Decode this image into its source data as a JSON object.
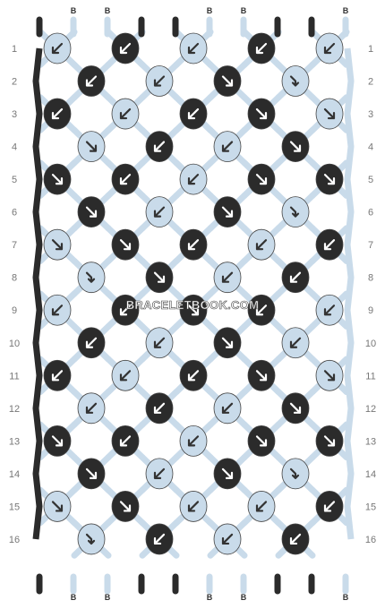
{
  "watermark": "BRACELETBOOK.COM",
  "colors": {
    "A": "#2b2b2b",
    "B": "#c9dbea",
    "outline": "#444444",
    "arrow_on_dark": "#ffffff",
    "arrow_on_light": "#333333"
  },
  "top_labels": [
    "A",
    "B",
    "B",
    "A",
    "A",
    "B",
    "B",
    "A",
    "A",
    "B"
  ],
  "bottom_labels": [
    "A",
    "B",
    "B",
    "A",
    "A",
    "B",
    "B",
    "A",
    "A",
    "B"
  ],
  "row_labels": [
    "1",
    "2",
    "3",
    "4",
    "5",
    "6",
    "7",
    "8",
    "9",
    "10",
    "11",
    "12",
    "13",
    "14",
    "15",
    "16"
  ],
  "knots": [
    [
      {
        "c": "B",
        "a": "bl"
      },
      {
        "c": "A",
        "a": "bl"
      },
      {
        "c": "B",
        "a": "bl"
      },
      {
        "c": "A",
        "a": "bl"
      },
      {
        "c": "B",
        "a": "bl"
      }
    ],
    [
      {
        "c": "A",
        "a": "bl"
      },
      {
        "c": "B",
        "a": "bl"
      },
      {
        "c": "A",
        "a": "br"
      },
      {
        "c": "B",
        "a": "bh"
      }
    ],
    [
      {
        "c": "A",
        "a": "bl"
      },
      {
        "c": "B",
        "a": "bl"
      },
      {
        "c": "A",
        "a": "bl"
      },
      {
        "c": "A",
        "a": "br"
      },
      {
        "c": "B",
        "a": "br"
      }
    ],
    [
      {
        "c": "B",
        "a": "br"
      },
      {
        "c": "A",
        "a": "bl"
      },
      {
        "c": "B",
        "a": "bl"
      },
      {
        "c": "A",
        "a": "br"
      }
    ],
    [
      {
        "c": "A",
        "a": "br"
      },
      {
        "c": "A",
        "a": "bl"
      },
      {
        "c": "B",
        "a": "bl"
      },
      {
        "c": "A",
        "a": "br"
      },
      {
        "c": "A",
        "a": "br"
      }
    ],
    [
      {
        "c": "A",
        "a": "br"
      },
      {
        "c": "B",
        "a": "bl"
      },
      {
        "c": "A",
        "a": "br"
      },
      {
        "c": "B",
        "a": "bh"
      }
    ],
    [
      {
        "c": "B",
        "a": "br"
      },
      {
        "c": "A",
        "a": "br"
      },
      {
        "c": "A",
        "a": "bl"
      },
      {
        "c": "B",
        "a": "bl"
      },
      {
        "c": "A",
        "a": "bl"
      }
    ],
    [
      {
        "c": "B",
        "a": "bh"
      },
      {
        "c": "A",
        "a": "br"
      },
      {
        "c": "B",
        "a": "bl"
      },
      {
        "c": "A",
        "a": "bl"
      }
    ],
    [
      {
        "c": "B",
        "a": "bl"
      },
      {
        "c": "A",
        "a": "bl"
      },
      {
        "c": "A",
        "a": "br"
      },
      {
        "c": "A",
        "a": "bl"
      },
      {
        "c": "B",
        "a": "bl"
      }
    ],
    [
      {
        "c": "A",
        "a": "bl"
      },
      {
        "c": "B",
        "a": "bl"
      },
      {
        "c": "A",
        "a": "br"
      },
      {
        "c": "B",
        "a": "bl"
      }
    ],
    [
      {
        "c": "A",
        "a": "bl"
      },
      {
        "c": "B",
        "a": "bl"
      },
      {
        "c": "A",
        "a": "bl"
      },
      {
        "c": "A",
        "a": "br"
      },
      {
        "c": "B",
        "a": "br"
      }
    ],
    [
      {
        "c": "B",
        "a": "bl"
      },
      {
        "c": "A",
        "a": "bl"
      },
      {
        "c": "B",
        "a": "bl"
      },
      {
        "c": "A",
        "a": "br"
      }
    ],
    [
      {
        "c": "A",
        "a": "br"
      },
      {
        "c": "A",
        "a": "bl"
      },
      {
        "c": "B",
        "a": "bl"
      },
      {
        "c": "A",
        "a": "br"
      },
      {
        "c": "A",
        "a": "br"
      }
    ],
    [
      {
        "c": "A",
        "a": "br"
      },
      {
        "c": "B",
        "a": "bl"
      },
      {
        "c": "A",
        "a": "br"
      },
      {
        "c": "B",
        "a": "bh"
      }
    ],
    [
      {
        "c": "B",
        "a": "br"
      },
      {
        "c": "A",
        "a": "br"
      },
      {
        "c": "B",
        "a": "bl"
      },
      {
        "c": "B",
        "a": "bl"
      },
      {
        "c": "A",
        "a": "bl"
      }
    ],
    [
      {
        "c": "B",
        "a": "bh"
      },
      {
        "c": "A",
        "a": "bl"
      },
      {
        "c": "B",
        "a": "bl"
      },
      {
        "c": "A",
        "a": "bl"
      }
    ]
  ]
}
